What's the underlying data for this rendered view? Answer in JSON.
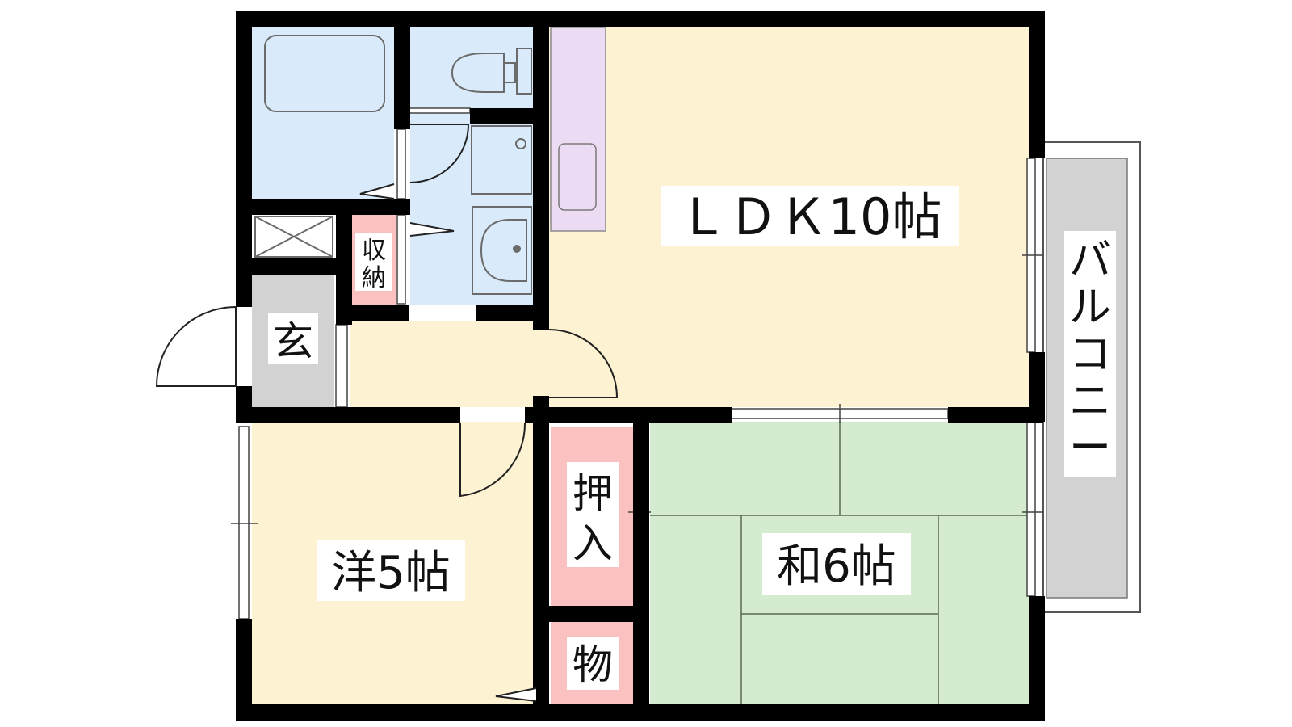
{
  "rooms": {
    "ldk": "ＬＤＫ10帖",
    "western": "洋5帖",
    "japanese": "和6帖",
    "entrance": "玄",
    "storage_top": "収",
    "storage_bottom": "納",
    "closet_top": "押",
    "closet_bottom": "入",
    "storeroom": "物",
    "balcony": [
      "バ",
      "ル",
      "コ",
      "ニ",
      "ー"
    ]
  },
  "colors": {
    "wall": "#000000",
    "ldk_floor": "#fdf2d2",
    "western_floor": "#fdf2d2",
    "japanese_floor": "#d4ebcf",
    "wet_area": "#d9ebfb",
    "storage": "#fbc1c1",
    "entrance_floor": "#d2d2d2",
    "balcony_floor": "#d2d2d2",
    "kitchen_counter": "#ecdcf3"
  }
}
